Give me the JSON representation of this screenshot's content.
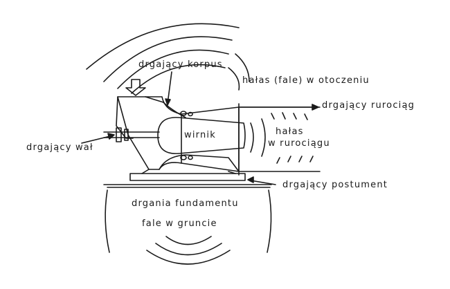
{
  "labels": {
    "housing": "drgający korpus",
    "ambient_noise": "hałas (fale) w otoczeniu",
    "pipeline": "drgający rurociąg",
    "impeller": "wirnik",
    "pipe_noise_line1": "hałas",
    "pipe_noise_line2": "w rurociągu",
    "shaft": "drgający wał",
    "pedestal": "drgający postument",
    "foundation": "drgania fundamentu",
    "ground_waves": "fale w gruncie"
  }
}
